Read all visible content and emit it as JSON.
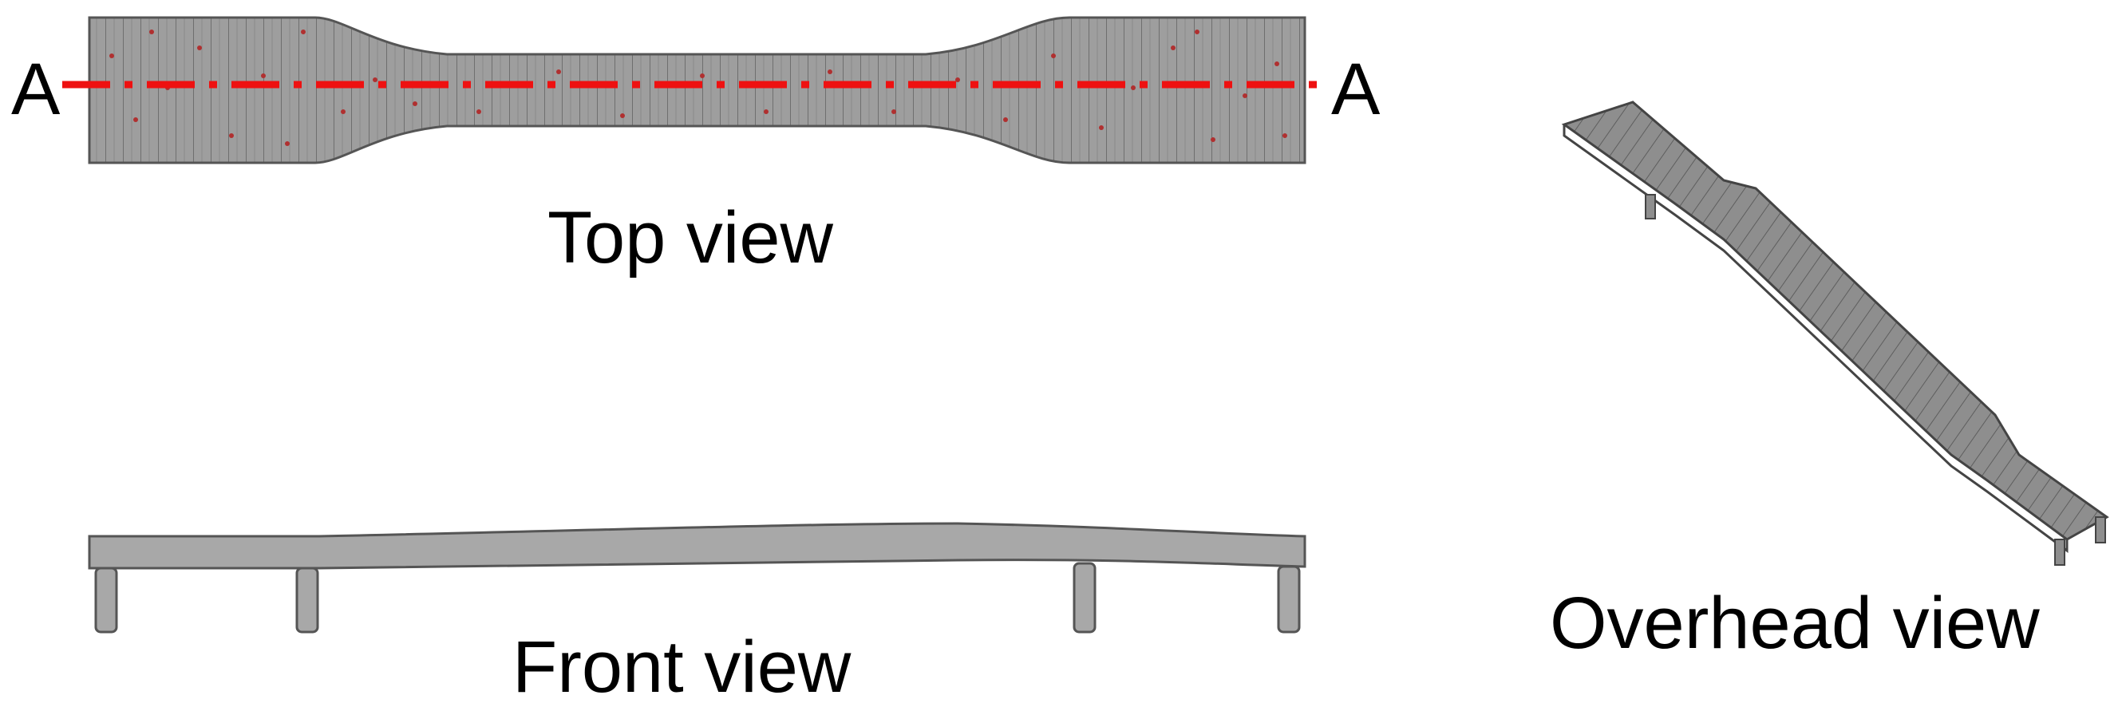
{
  "labels": {
    "top_view": "Top view",
    "front_view": "Front view",
    "overhead_view": "Overhead view"
  },
  "section": {
    "left": "A",
    "right": "A",
    "line_color": "#ee1111"
  },
  "colors": {
    "specimen_fill": "#9e9e9e",
    "specimen_edge": "#555555",
    "speckle": "#b03030"
  }
}
